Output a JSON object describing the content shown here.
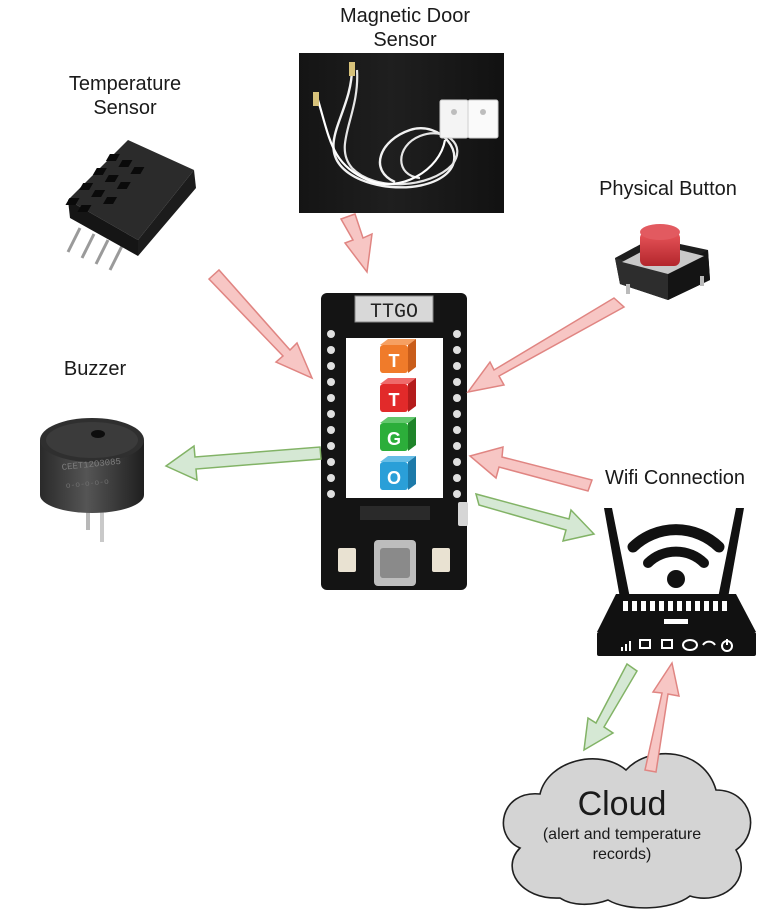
{
  "components": {
    "temperature_sensor": {
      "label_line1": "Temperature",
      "label_line2": "Sensor"
    },
    "door_sensor": {
      "label_line1": "Magnetic Door",
      "label_line2": "Sensor"
    },
    "physical_button": {
      "label": "Physical Button"
    },
    "buzzer": {
      "label": "Buzzer",
      "print_line1": "CEET12O3085",
      "print_line2": "o-o-o-o-o"
    },
    "wifi": {
      "label": "Wifi Connection"
    },
    "board": {
      "screen_text": "TTGO"
    },
    "cloud": {
      "title": "Cloud",
      "subtitle_line1": "(alert and temperature",
      "subtitle_line2": "records)"
    }
  },
  "arrow_colors": {
    "input_fill": "#f7c6c4",
    "input_stroke": "#e08582",
    "output_fill": "#d5e8d4",
    "output_stroke": "#82b366"
  }
}
